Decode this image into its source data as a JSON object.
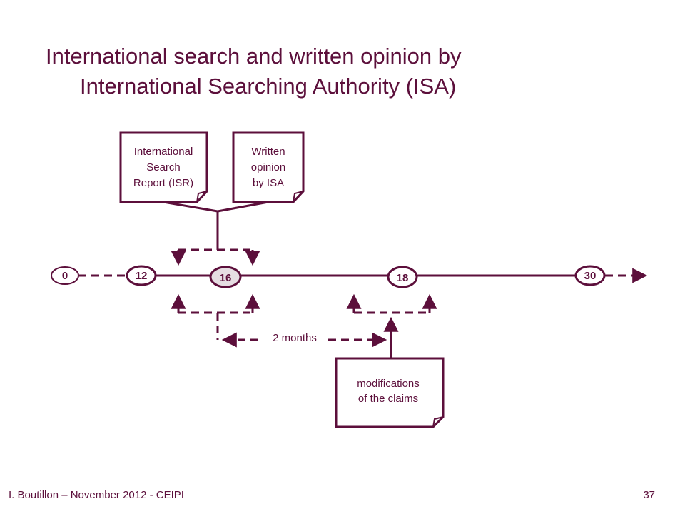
{
  "title": {
    "line1": "International search and written opinion by",
    "line2": "International Searching Authority (ISA)"
  },
  "boxes": {
    "isr": [
      "International",
      "Search",
      "Report (ISR)"
    ],
    "wo": [
      "Written",
      "opinion",
      "by ISA"
    ],
    "mod": [
      "modifications",
      "of the claims"
    ]
  },
  "timeline": {
    "m0": "0",
    "m12": "12",
    "m16": "16",
    "m18": "18",
    "m30": "30"
  },
  "interval_label": "2 months",
  "footer": {
    "left": "I. Boutillon – November 2012 - CEIPI",
    "page": "37"
  },
  "colors": {
    "primary": "#5c0f3b",
    "highlight_fill": "#e6dde2"
  }
}
